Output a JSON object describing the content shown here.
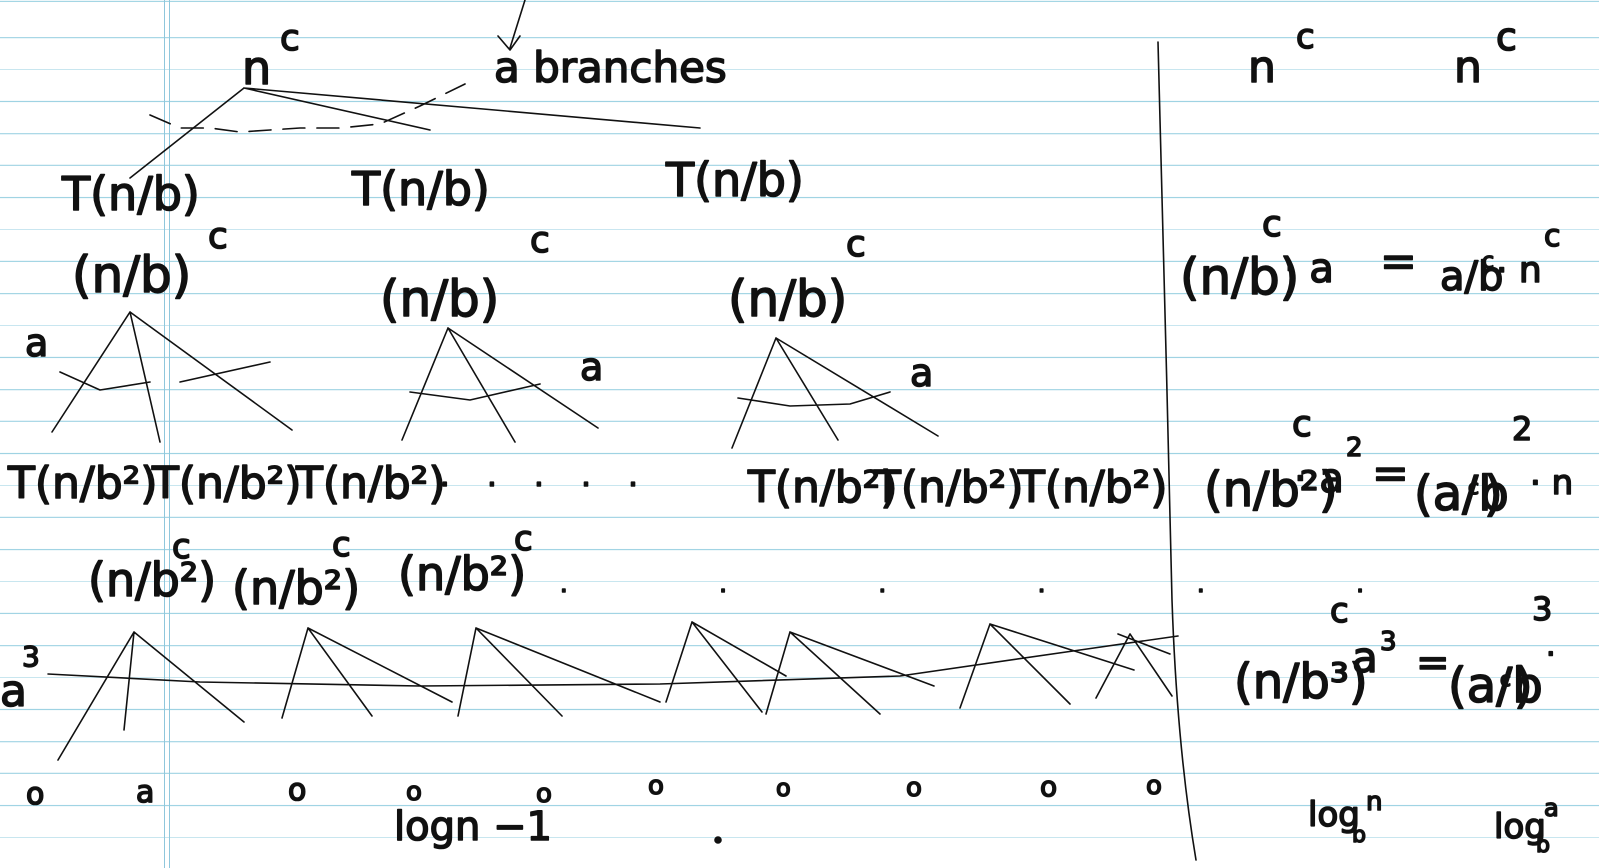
{
  "note": {
    "ink_color": "#111111",
    "ruling_color": "#9fd3e3",
    "margin_color": "#8fc7dc",
    "paper_color": "#ffffff"
  },
  "tree": {
    "root": "n",
    "root_exp": "c",
    "branches_label": "a branches",
    "level1": {
      "nodes": [
        "T(n/b)",
        "T(n/b)",
        "T(n/b)"
      ],
      "costs": [
        "(n/b)",
        "(n/b)",
        "(n/b)"
      ],
      "cost_exp": "c",
      "branch_labels": [
        "a",
        "a",
        "a"
      ]
    },
    "level2": {
      "nodes": [
        "T(n/b²)",
        "T(n/b²)",
        "T(n/b²)",
        "T(n/b²)",
        "T(n/b²)",
        "T(n/b²)"
      ],
      "ellipsis": ". . . . .",
      "costs": [
        "(n/b²)",
        "(n/b²)",
        "(n/b²)"
      ],
      "cost_exp": "c",
      "cost_ellipsis": ". . . . . ."
    },
    "level3": {
      "label": "a",
      "label_exp": "3"
    },
    "leaves": [
      "o",
      "a",
      "o",
      "o",
      "o",
      "o",
      "o",
      "o",
      "o",
      "o"
    ],
    "bottom_label": "logn −1"
  },
  "sums": {
    "header": [
      "n",
      "n"
    ],
    "header_exp": [
      "c",
      "c"
    ],
    "rows": [
      {
        "lhs": "(n/b)",
        "lhs_exp": "c",
        "times": "· a",
        "eq": "=",
        "rhs": "a/b",
        "rhs_exp": "c",
        "tail": "· n",
        "tail_exp": "c"
      },
      {
        "lhs": "(n/b²)",
        "lhs_exp": "c",
        "times": "· a",
        "times_exp": "2",
        "eq": "=",
        "rhs": "(a/b",
        "rhs_exp": "c",
        "rhs_close": ")",
        "rhs_pow": "2",
        "tail": "· n"
      },
      {
        "lhs": "(n/b³)",
        "lhs_exp": "c",
        "times": "a",
        "times_exp": "3",
        "eq": "=",
        "rhs": "(a/b",
        "rhs_exp": "c",
        "rhs_close": ")",
        "rhs_pow": "3",
        "tail": "·"
      }
    ],
    "footer": [
      "log",
      "log"
    ],
    "footer_sub": [
      "b",
      "b"
    ],
    "footer_sup": [
      "n",
      "a"
    ]
  }
}
